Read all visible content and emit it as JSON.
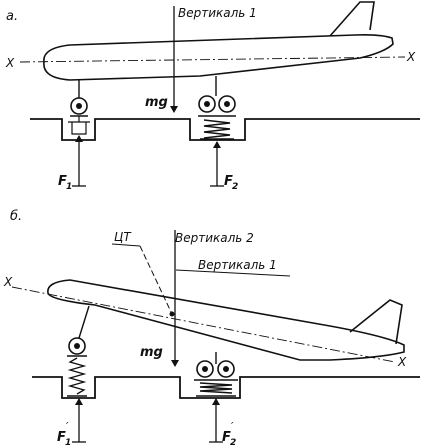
{
  "colors": {
    "ink": "#111111",
    "paper": "#ffffff"
  },
  "panel_a": {
    "label": "a.",
    "axis_left": "X",
    "axis_right": "X",
    "vertical": "Вертикаль 1",
    "weight": "mg",
    "force_left": "F",
    "force_left_sub": "1",
    "force_right": "F",
    "force_right_sub": "2"
  },
  "panel_b": {
    "label": "б.",
    "cg": "ЦТ",
    "vertical_2": "Вертикаль 2",
    "vertical_1": "Вертикаль 1",
    "axis_left": "X",
    "axis_right": "X",
    "weight": "mg",
    "force_left": "F",
    "force_left_sub": "1",
    "force_left_mark": "′",
    "force_right": "F",
    "force_right_sub": "2",
    "force_right_mark": "′"
  }
}
